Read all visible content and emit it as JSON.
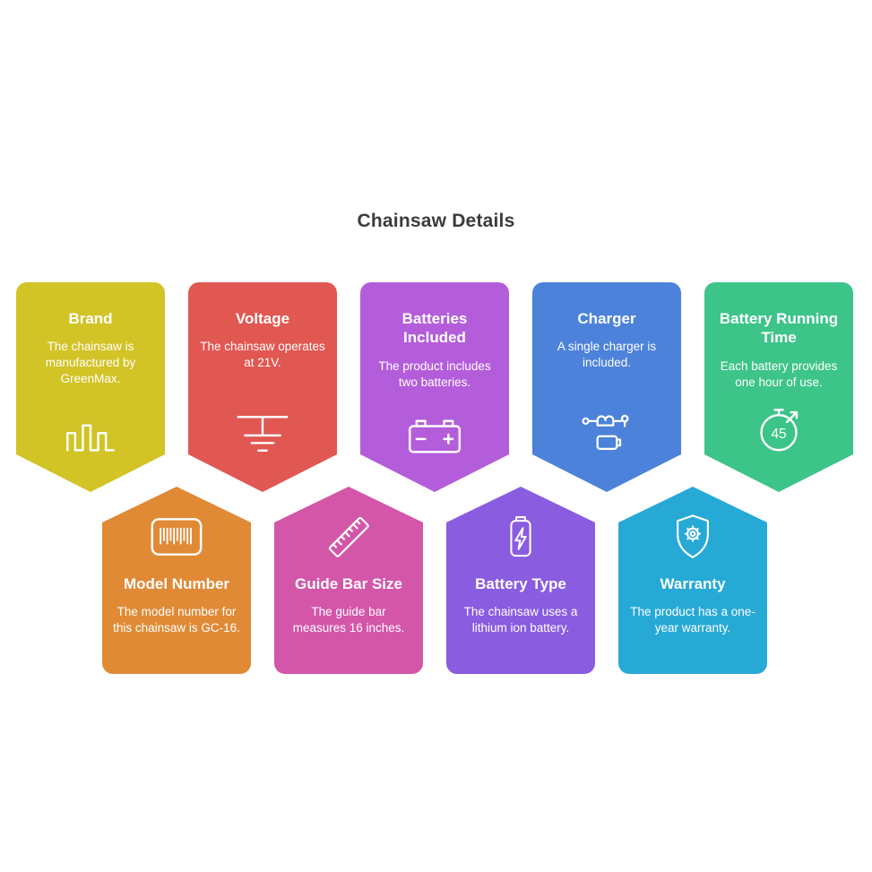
{
  "page": {
    "title": "Chainsaw Details",
    "background": "#ffffff",
    "title_color": "#3c3c3c",
    "text_color_on_cards": "#ffffff"
  },
  "cards": {
    "top": [
      {
        "id": "brand",
        "title": "Brand",
        "desc": "The chainsaw is manufactured by GreenMax.",
        "color": "#d2c327",
        "icon": "waveform-icon"
      },
      {
        "id": "voltage",
        "title": "Voltage",
        "desc": "The chainsaw operates at 21V.",
        "color": "#e15752",
        "icon": "ground-icon"
      },
      {
        "id": "batteries-included",
        "title": "Batteries Included",
        "desc": "The product includes two batteries.",
        "color": "#b45ddb",
        "icon": "car-battery-icon"
      },
      {
        "id": "charger",
        "title": "Charger",
        "desc": "A single charger is included.",
        "color": "#4c82d9",
        "icon": "charger-cable-icon"
      },
      {
        "id": "battery-running-time",
        "title": "Battery Running Time",
        "desc": "Each battery provides one hour of use.",
        "color": "#3dc489",
        "icon": "timer-45-icon",
        "timer_value": "45"
      }
    ],
    "bottom": [
      {
        "id": "model-number",
        "title": "Model Number",
        "desc": "The model number for this chainsaw is GC-16.",
        "color": "#e08a36",
        "icon": "barcode-icon"
      },
      {
        "id": "guide-bar-size",
        "title": "Guide Bar Size",
        "desc": "The guide bar measures 16 inches.",
        "color": "#d356a9",
        "icon": "ruler-icon"
      },
      {
        "id": "battery-type",
        "title": "Battery Type",
        "desc": "The chainsaw uses a lithium ion battery.",
        "color": "#8a5ce0",
        "icon": "battery-bolt-icon"
      },
      {
        "id": "warranty",
        "title": "Warranty",
        "desc": "The product has a one-year warranty.",
        "color": "#27a9d6",
        "icon": "shield-gear-icon"
      }
    ]
  }
}
